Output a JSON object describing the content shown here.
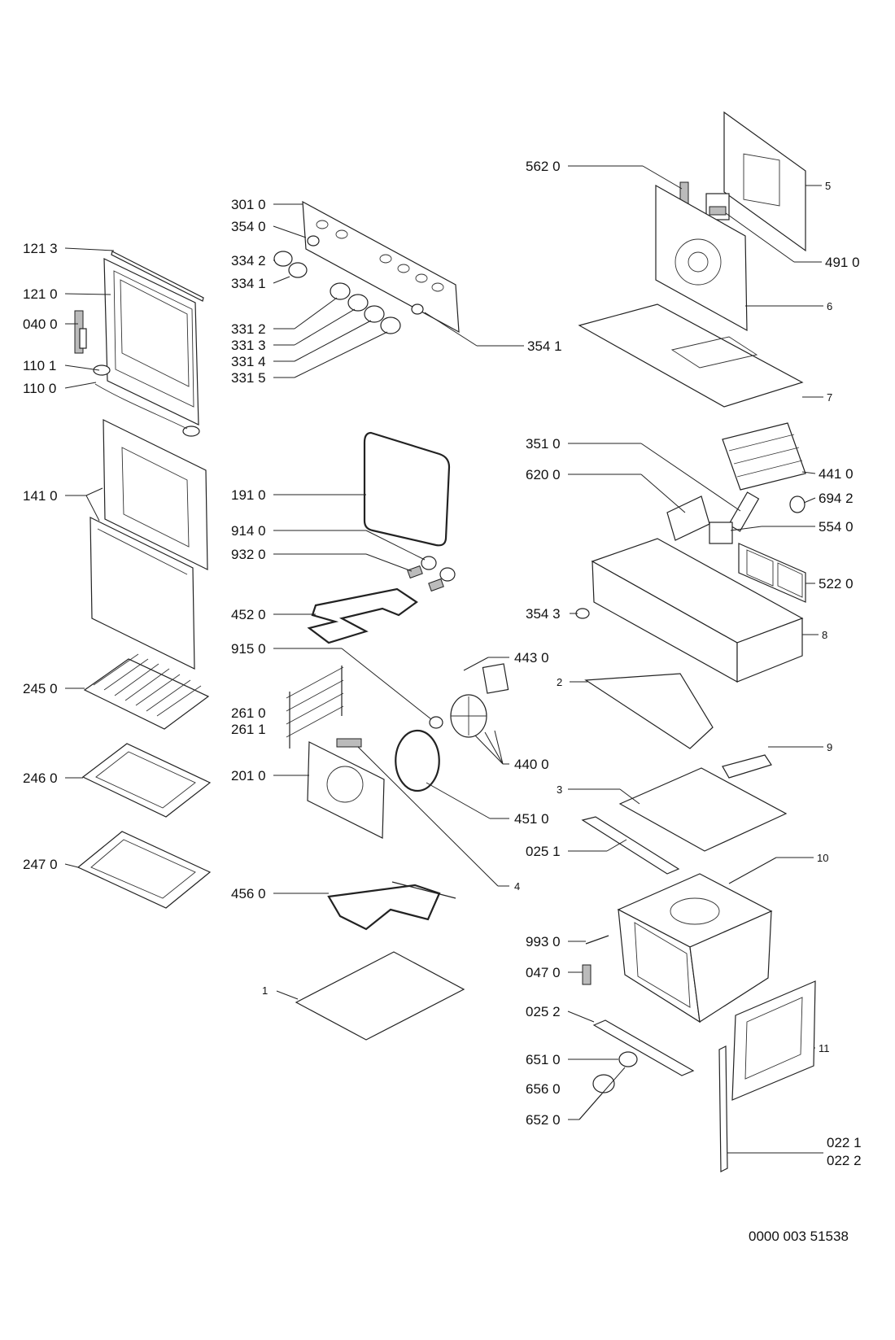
{
  "callouts": {
    "c1213": "121 3",
    "c1210": "121 0",
    "c0400": "040 0",
    "c1101": "110 1",
    "c1100": "110 0",
    "c1410": "141 0",
    "c2450": "245 0",
    "c2460": "246 0",
    "c2470": "247 0",
    "c3010": "301 0",
    "c3540": "354 0",
    "c3342": "334 2",
    "c3341": "334 1",
    "c3312": "331 2",
    "c3313": "331 3",
    "c3314": "331 4",
    "c3315": "331 5",
    "c3541": "354 1",
    "c1910": "191 0",
    "c9140": "914 0",
    "c9320": "932 0",
    "c4520": "452 0",
    "c9150": "915 0",
    "c2610": "261 0",
    "c2611": "261 1",
    "c2010": "201 0",
    "c4560": "456 0",
    "c1": "1",
    "c4430": "443 0",
    "c4400": "440 0",
    "c4510": "451 0",
    "c4": "4",
    "c5620": "562 0",
    "c5": "5",
    "c4910": "491 0",
    "c6": "6",
    "c7": "7",
    "c3510": "351 0",
    "c6200": "620 0",
    "c4410": "441 0",
    "c6942": "694 2",
    "c5540": "554 0",
    "c5220": "522 0",
    "c3543": "354 3",
    "c8": "8",
    "c2": "2",
    "c9": "9",
    "c3": "3",
    "c0251": "025 1",
    "c10": "10",
    "c9930": "993 0",
    "c0470": "047 0",
    "c0252": "025 2",
    "c11": "11",
    "c6510": "651 0",
    "c6560": "656 0",
    "c6520": "652 0",
    "c0221": "022 1",
    "c0222": "022 2"
  },
  "drawing_number": "0000 003 51538"
}
